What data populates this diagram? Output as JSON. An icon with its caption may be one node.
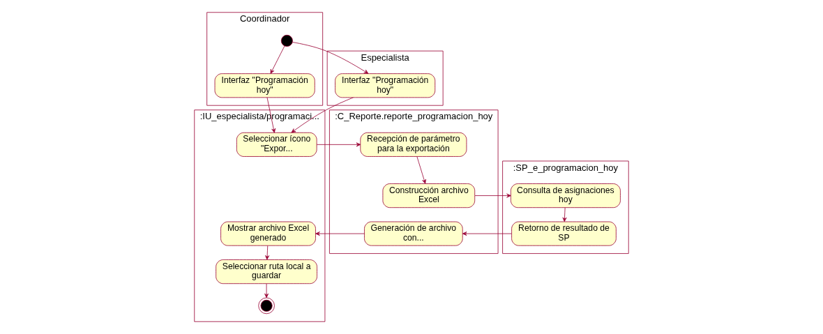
{
  "diagram": {
    "nodes": [
      {
        "text": [
          "Coordinador"
        ]
      },
      {
        "text": [
          "Especialista"
        ]
      },
      {
        "text": [
          ":IU_especialista/programaci..."
        ]
      },
      {
        "text": [
          ":C_Reporte.reporte_programacion_hoy"
        ]
      },
      {
        "text": [
          ":SP_e_programacion_hoy"
        ]
      },
      {
        "text": [],
        "shape": "circle",
        "in": 0
      },
      {
        "text": [
          "Interfaz \"Programación hoy\""
        ],
        "in": 0
      },
      {
        "text": [
          "Interfaz \"Programación hoy\""
        ],
        "in": 1
      },
      {
        "text": [
          "Seleccionar ícono \"Expor..."
        ],
        "in": 2
      },
      {
        "text": [
          "Recepción de parámetro para la exportación"
        ],
        "in": 3
      },
      {
        "text": [
          "Construcción archivo Excel"
        ],
        "in": 3
      },
      {
        "text": [
          "Consulta de asignaciones hoy"
        ],
        "in": 4
      },
      {
        "text": [
          "Retorno de resultado de SP"
        ],
        "in": 4
      },
      {
        "text": [
          "Generación de archivo con..."
        ],
        "in": 3
      },
      {
        "text": [
          "Mostrar archivo Excel generado"
        ],
        "in": 2
      },
      {
        "text": [
          "Seleccionar ruta local a guardar"
        ],
        "in": 2
      },
      {
        "text": [],
        "shape": "circle",
        "in": 2
      }
    ],
    "edges": [
      {
        "from": 5,
        "to": 6,
        "arrow": "to"
      },
      {
        "from": 5,
        "to": 7,
        "arrow": "to"
      },
      {
        "from": 6,
        "to": 8,
        "arrow": "to"
      },
      {
        "from": 7,
        "to": 8,
        "arrow": "to"
      },
      {
        "from": 8,
        "to": 9,
        "arrow": "to"
      },
      {
        "from": 9,
        "to": 10,
        "arrow": "to"
      },
      {
        "from": 10,
        "to": 11,
        "arrow": "to"
      },
      {
        "from": 11,
        "to": 12,
        "arrow": "to"
      },
      {
        "from": 12,
        "to": 13,
        "arrow": "to"
      },
      {
        "from": 13,
        "to": 14,
        "arrow": "to"
      },
      {
        "from": 14,
        "to": 15,
        "arrow": "to"
      },
      {
        "from": 15,
        "to": 16,
        "arrow": "to"
      }
    ]
  }
}
